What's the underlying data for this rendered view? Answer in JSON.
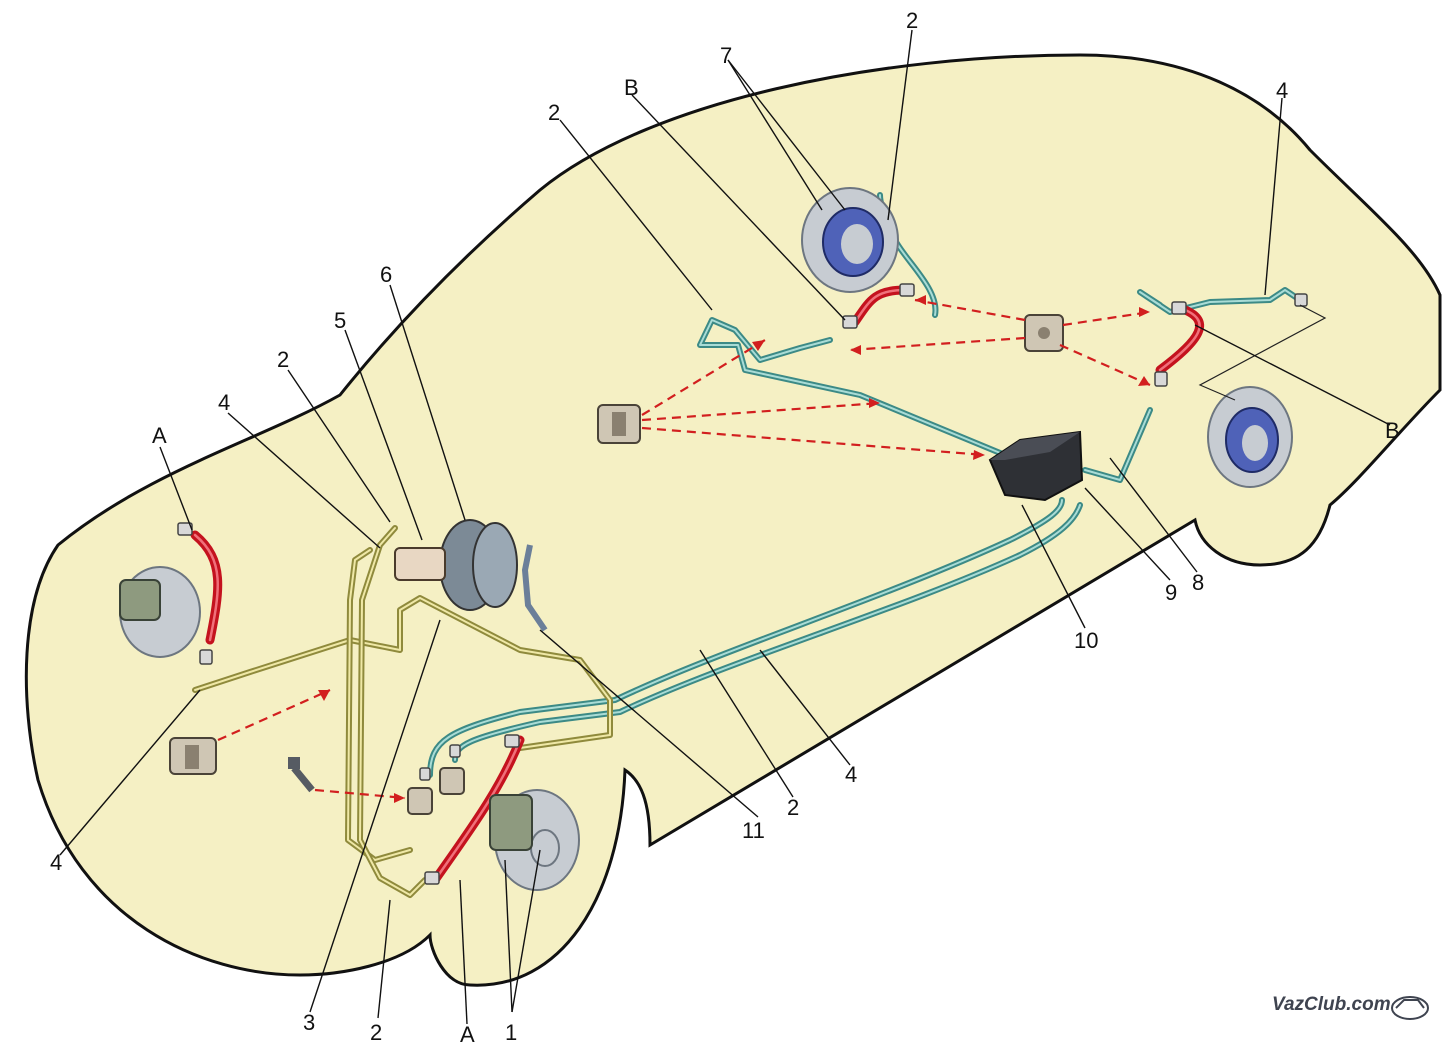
{
  "callouts": {
    "c1": "1",
    "c2_rear_right": "2",
    "c2_upper": "2",
    "c2_front": "2",
    "c2_bottom": "2",
    "c2_center": "2",
    "c3": "3",
    "c4_upper_front": "4",
    "c4_rear": "4",
    "c4_lower_front": "4",
    "c4_center": "4",
    "c5": "5",
    "c6": "6",
    "c7": "7",
    "c8": "8",
    "c9": "9",
    "c10": "10",
    "c11": "11",
    "cA_front_left": "A",
    "cA_bottom": "A",
    "cB_upper": "B",
    "cB_rear": "B"
  },
  "watermark": "VazClub.com",
  "colors": {
    "body_fill": "#f5f0c4",
    "front_circuit_pipe": "#8f8a3c",
    "rear_circuit_pipe": "#3c8a86",
    "flexible_hose": "#c4121e",
    "clip_arrow": "#d21f1f"
  },
  "icons": {
    "watermark_logo": "car-badge-icon"
  }
}
